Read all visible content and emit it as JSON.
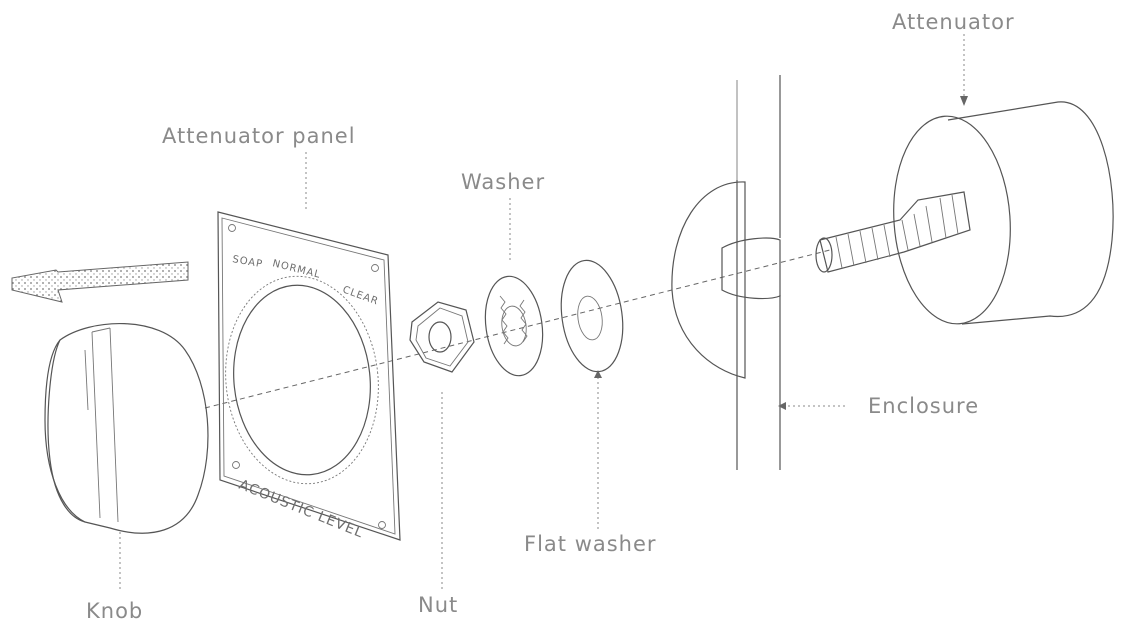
{
  "labels": {
    "attenuator": "Attenuator",
    "attenuator_panel": "Attenuator panel",
    "washer": "Washer",
    "enclosure": "Enclosure",
    "flat_washer": "Flat washer",
    "knob": "Knob",
    "nut": "Nut"
  },
  "panel_markings": {
    "soap": "SOAP",
    "normal": "NORMAL",
    "clear": "CLEAR",
    "acoustic_level": "ACOUSTIC LEVEL"
  },
  "colors": {
    "line": "#555555",
    "label": "#8a8a8a",
    "arrow": "#8f8f8f"
  }
}
